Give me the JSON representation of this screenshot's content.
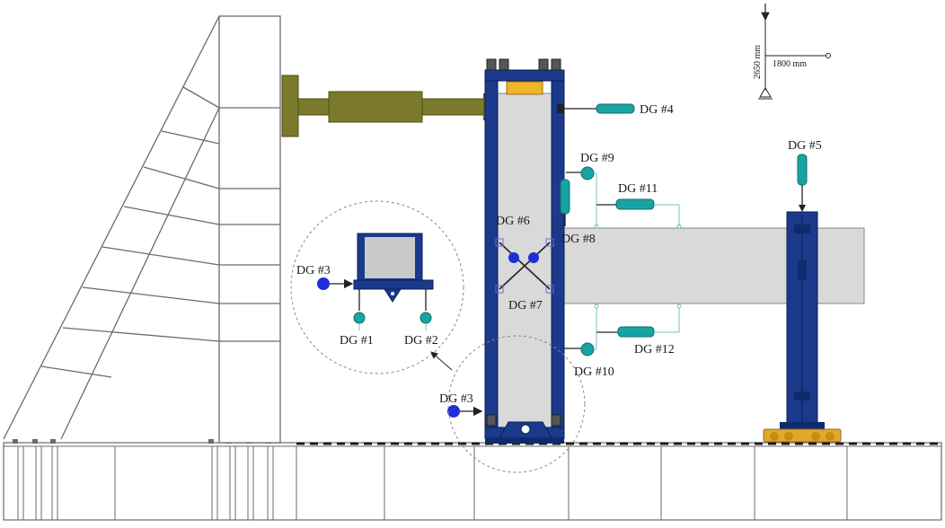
{
  "labels": {
    "dg1": "DG #1",
    "dg2": "DG #2",
    "dg3_detail": "DG #3",
    "dg3_main": "DG  #3",
    "dg4": "DG #4",
    "dg5": "DG #5",
    "dg6": "DG #6",
    "dg7": "DG #7",
    "dg8": "DG #8",
    "dg9": "DG #9",
    "dg10": "DG #10",
    "dg11": "DG #11",
    "dg12": "DG #12"
  },
  "dimensions": {
    "vertical": "2650 mm",
    "horizontal": "1800 mm"
  },
  "colors": {
    "frame_line": "#6b6b6b",
    "column_steel": "#1b3a8c",
    "column_steel_dark": "#102a6e",
    "specimen": "#d9d9d9",
    "actuator": "#7a7a2a",
    "actuator_dark": "#5e5e1c",
    "gauge": "#1aa3a3",
    "gauge_dark": "#0e6f6f",
    "bolt_blue": "#1f2fd6",
    "load_cell": "#f0b429",
    "support_roller": "#e0a82e"
  }
}
